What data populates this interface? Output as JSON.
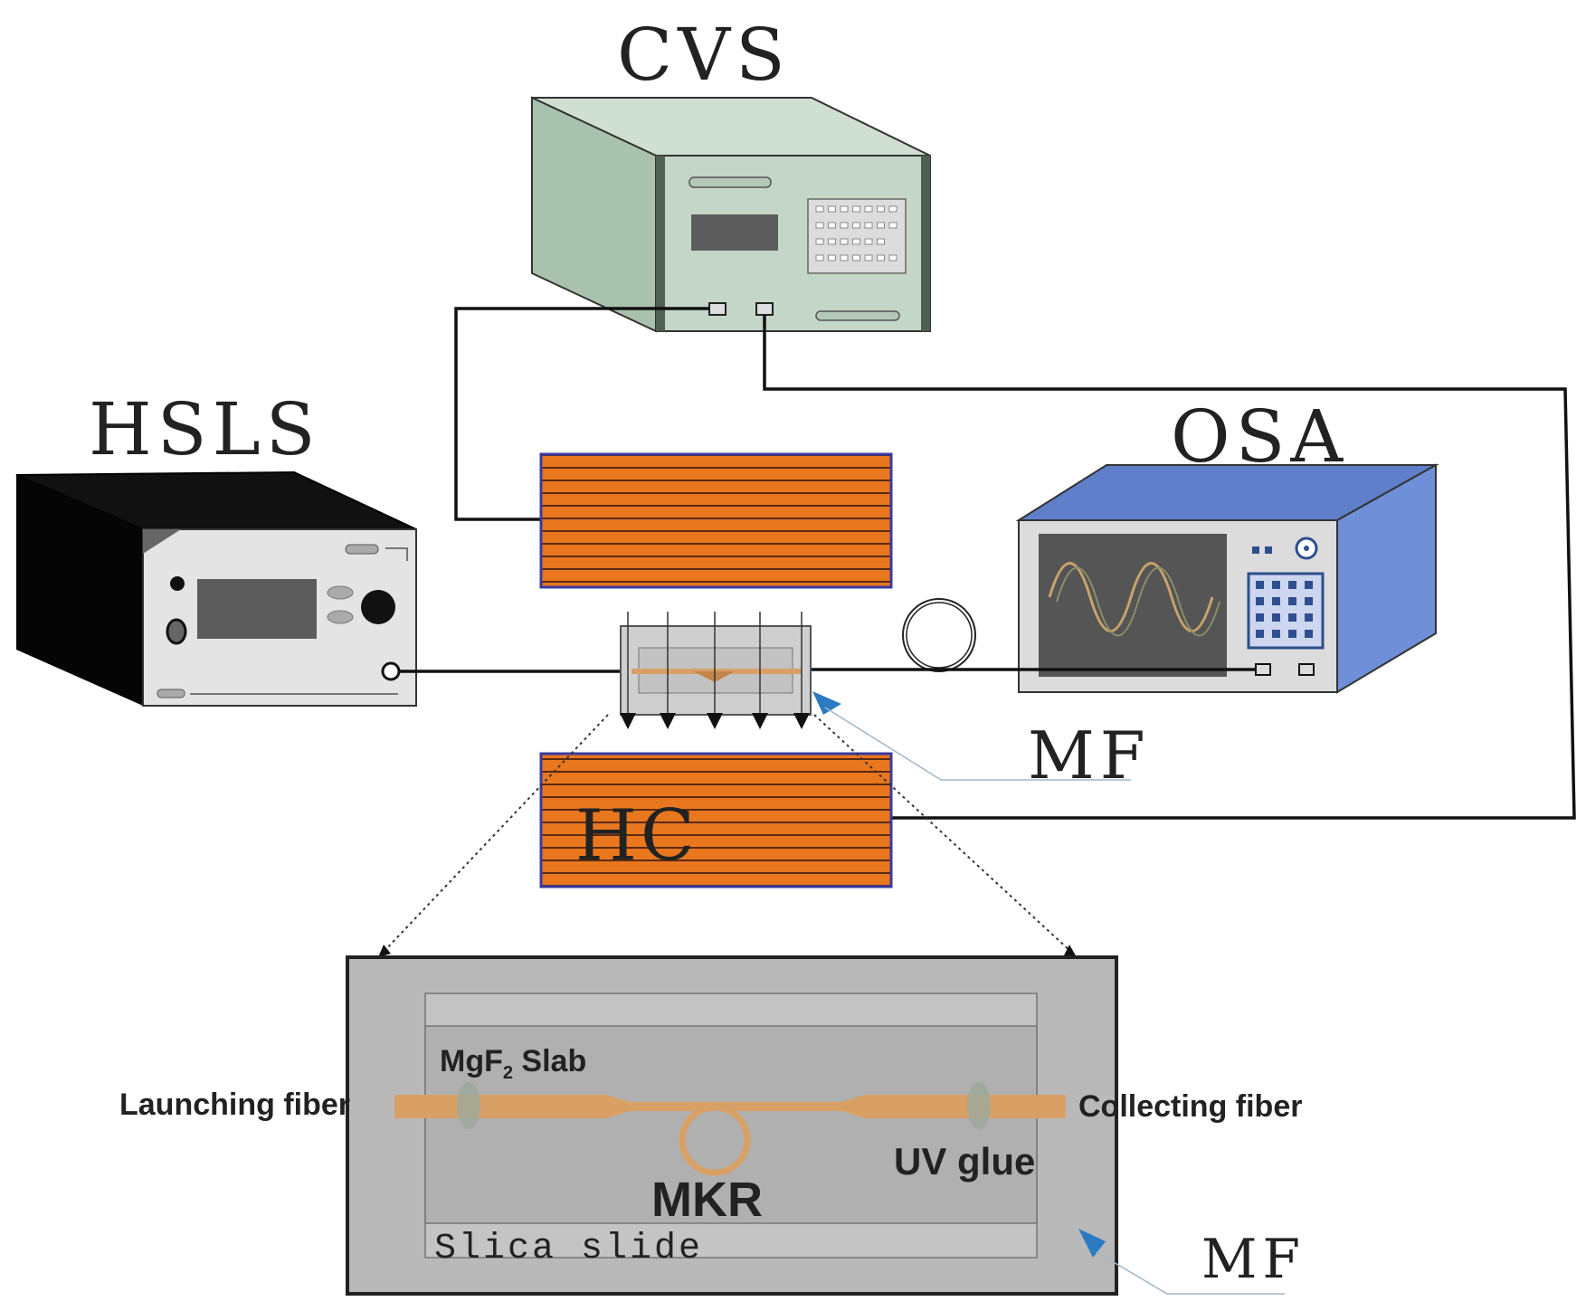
{
  "labels": {
    "cvs": "CVS",
    "hsls": "HSLS",
    "osa": "OSA",
    "mf_top": "MF",
    "hc": "HC",
    "mgf2_prefix": "MgF",
    "mgf2_sub": "2",
    "mgf2_suffix": " Slab",
    "launching": "Launching fiber",
    "collecting": "Collecting fiber",
    "uv_glue": "UV glue",
    "mkr": "MKR",
    "silica": "Slica slide",
    "mf_bottom": "MF"
  },
  "colors": {
    "cvs_front": "#c4d6c8",
    "cvs_side": "#a9c2ad",
    "cvs_dark": "#4f5f50",
    "hsls_body": "#0a0a0a",
    "hsls_panel": "#e4e4e4",
    "osa_front": "#6f8fd8",
    "osa_top": "#5f7fcb",
    "osa_panel": "#dcdcdc",
    "heater": "#e8771e",
    "heater_border": "#3a3aa0",
    "fiber": "#d9a066",
    "slide_bg": "#b9b9b9",
    "arrow_blue": "#2b7bc2"
  }
}
